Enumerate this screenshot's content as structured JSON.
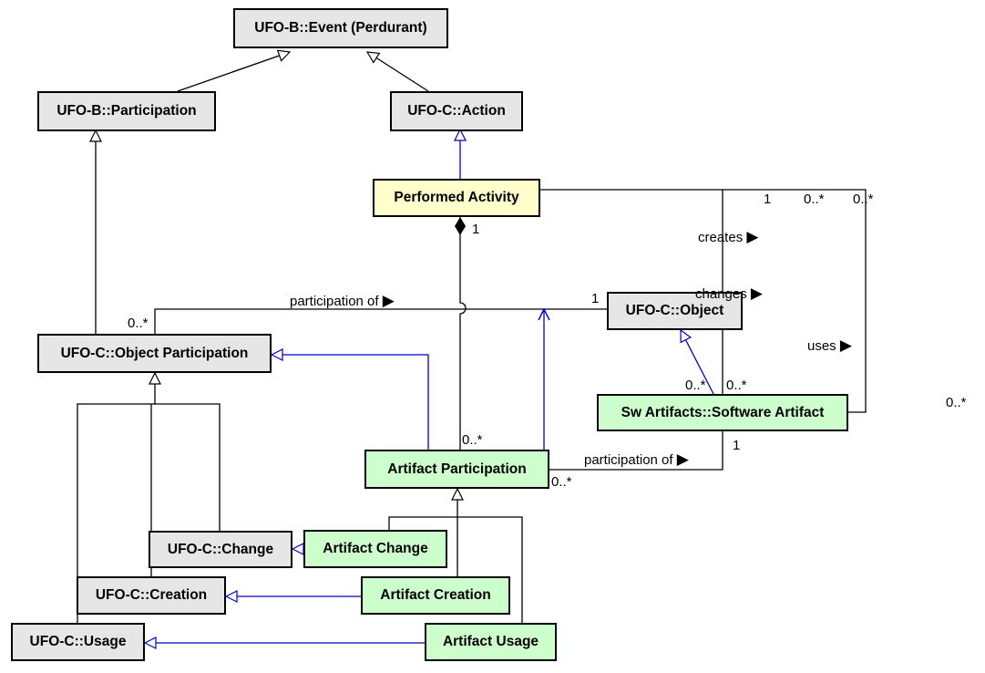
{
  "classes": {
    "event": "UFO-B::Event (Perdurant)",
    "participation": "UFO-B::Participation",
    "action": "UFO-C::Action",
    "performed_activity": "Performed Activity",
    "object": "UFO-C::Object",
    "object_participation": "UFO-C::Object Participation",
    "software_artifact": "Sw Artifacts::Software Artifact",
    "artifact_participation": "Artifact Participation",
    "change": "UFO-C::Change",
    "artifact_change": "Artifact Change",
    "creation": "UFO-C::Creation",
    "artifact_creation": "Artifact Creation",
    "usage": "UFO-C::Usage",
    "artifact_usage": "Artifact Usage"
  },
  "labels": {
    "participation_of_top": "participation of",
    "participation_of_bottom": "participation of",
    "creates": "creates",
    "changes": "changes",
    "uses": "uses",
    "mult_one_composition": "1",
    "mult_obj_part": "0..*",
    "mult_object_one": "1",
    "mult_pa_one": "1",
    "mult_top_a": "0..*",
    "mult_top_b": "0..*",
    "mult_sa_a": "0..*",
    "mult_sa_b": "0..*",
    "mult_far_right": "0..*",
    "mult_sa_one": "1",
    "mult_ap_a": "0..*",
    "mult_ap_b": "0..*"
  },
  "colors": {
    "class_gray": "#e6e6e6",
    "class_yellow": "#ffffcc",
    "class_green": "#ccffcc",
    "relation_black": "#000000",
    "relation_blue": "#0000cc"
  }
}
